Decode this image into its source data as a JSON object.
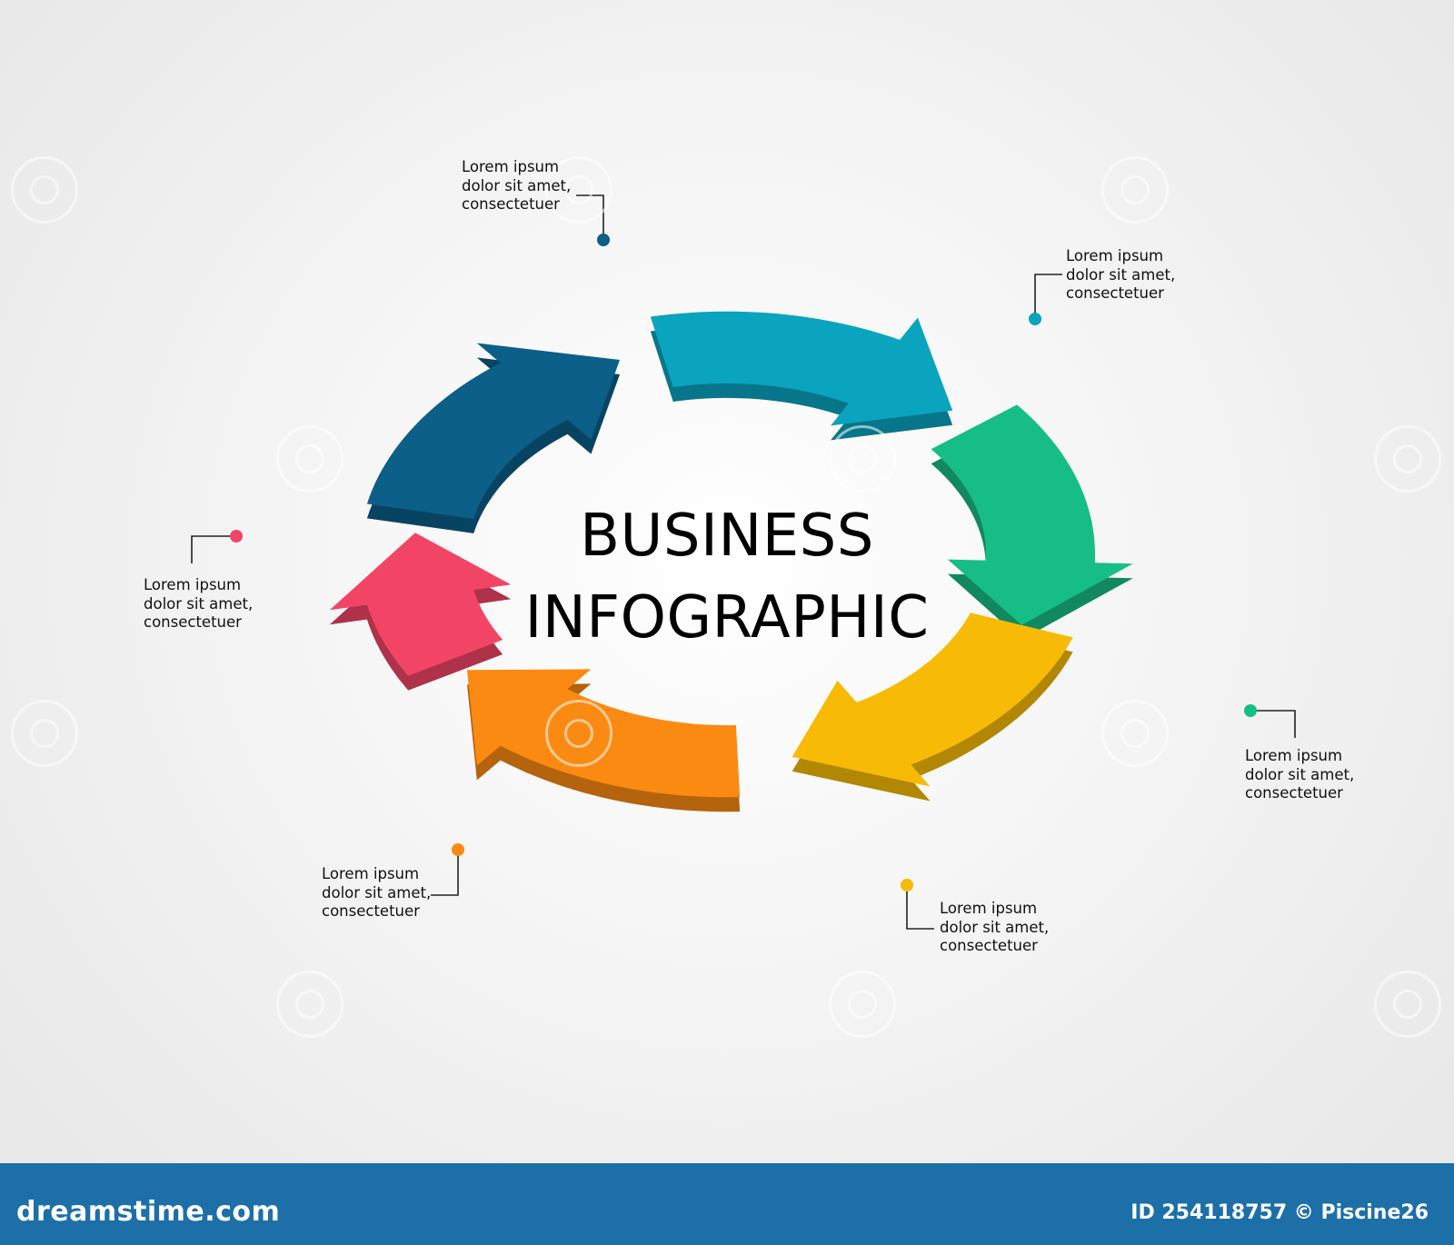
{
  "title": {
    "line1": "BUSINESS",
    "line2": "INFOGRAPHIC"
  },
  "steps": [
    {
      "color": "#0b5f88",
      "text": [
        "Lorem ipsum",
        "dolor sit amet,",
        "consectetuer"
      ]
    },
    {
      "color": "#0aa4bf",
      "text": [
        "Lorem ipsum",
        "dolor sit amet,",
        "consectetuer"
      ]
    },
    {
      "color": "#17bd86",
      "text": [
        "Lorem ipsum",
        "dolor sit amet,",
        "consectetuer"
      ]
    },
    {
      "color": "#f7bb06",
      "text": [
        "Lorem ipsum",
        "dolor sit amet,",
        "consectetuer"
      ]
    },
    {
      "color": "#fb8a12",
      "text": [
        "Lorem ipsum",
        "dolor sit amet,",
        "consectetuer"
      ]
    },
    {
      "color": "#f24566",
      "text": [
        "Lorem ipsum",
        "dolor sit amet,",
        "consectetuer"
      ]
    }
  ],
  "footer": {
    "brand": "dreamstime.com",
    "image_id": "ID 254118757 © Piscine26",
    "color": "#1d6fa8"
  }
}
